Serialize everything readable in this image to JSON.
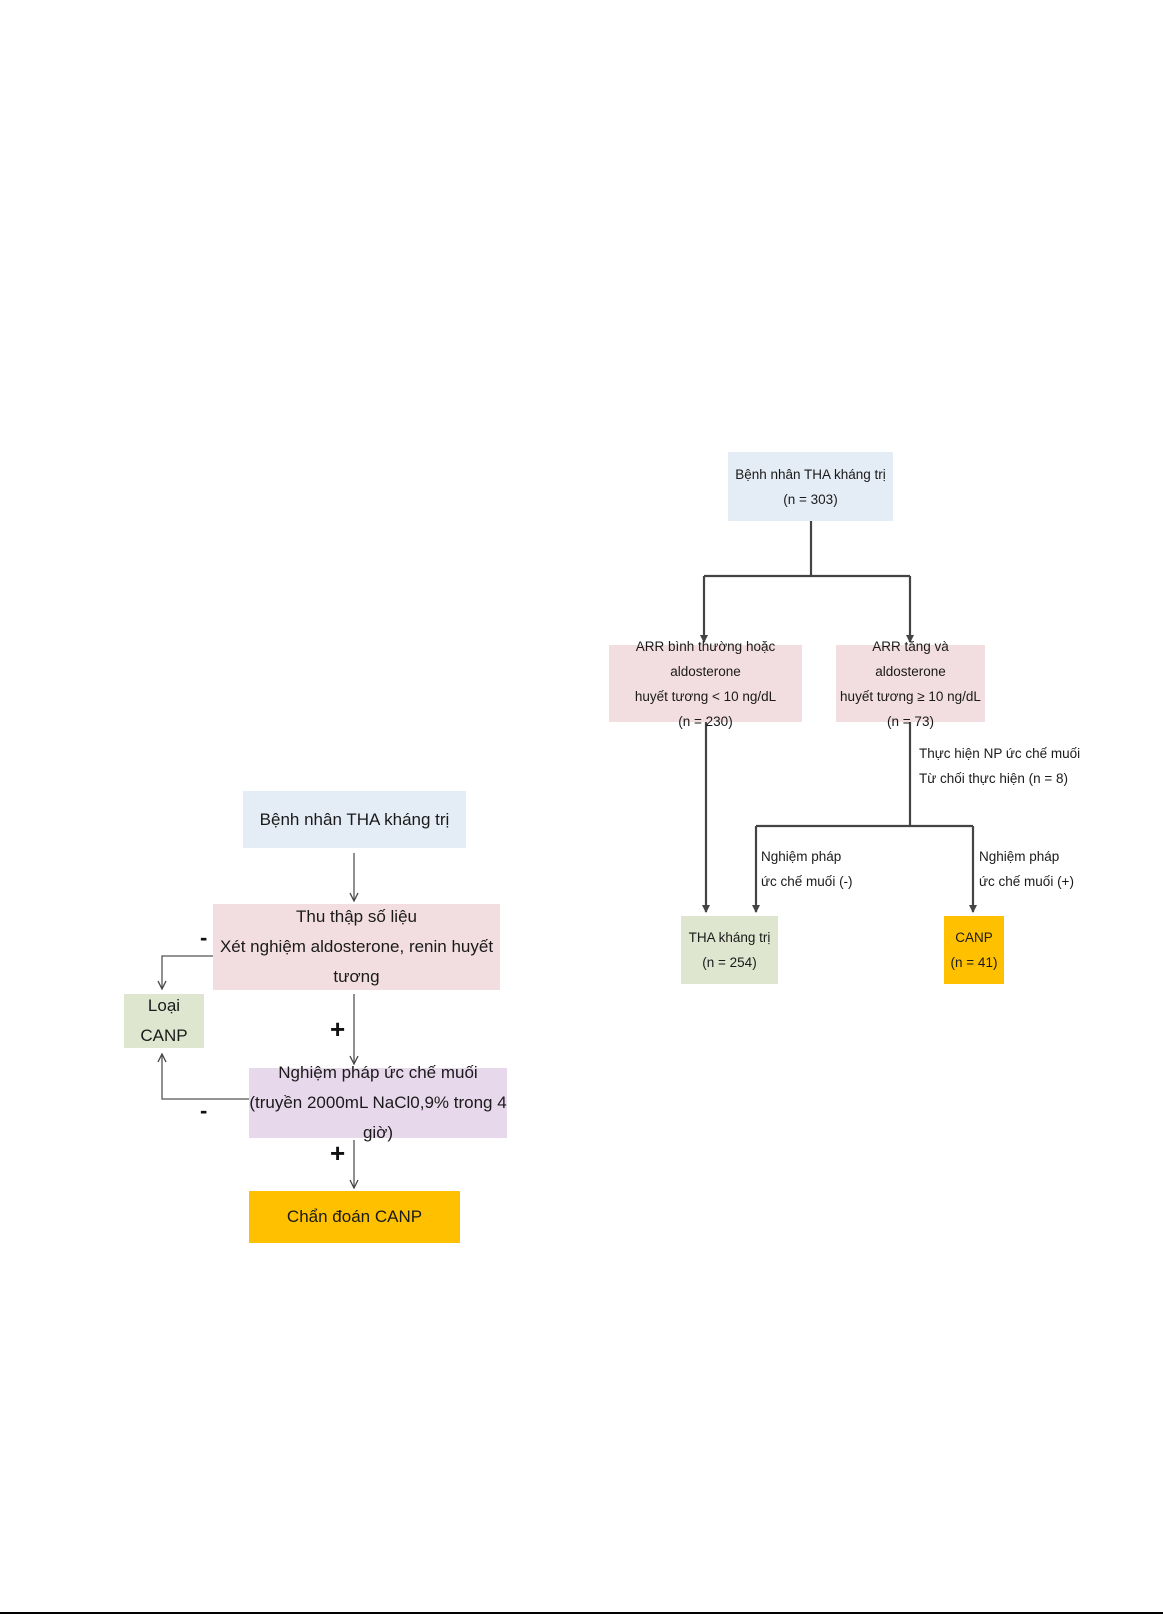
{
  "colors": {
    "blue_box": "#e4edf5",
    "pink_box": "#f2dde0",
    "lavender_box": "#e8d8ec",
    "green_box": "#dfe6cf",
    "orange_box": "#ffc000",
    "line": "#444444"
  },
  "left_flow": {
    "patients": "Bệnh nhân THA kháng trị",
    "collect": {
      "line1": "Thu thập số liệu",
      "line2": "Xét nghiệm aldosterone, renin huyết tương"
    },
    "exclude": "Loại CANP",
    "salt_test": {
      "line1": "Nghiệm pháp ức chế muối",
      "line2": "(truyền 2000mL NaCl0,9% trong 4 giờ)"
    },
    "diagnosis": "Chẩn đoán CANP",
    "signs": {
      "minus_1": "-",
      "plus_1": "+",
      "minus_2": "-",
      "plus_2": "+"
    }
  },
  "right_flow": {
    "root": {
      "line1": "Bệnh nhân THA kháng trị",
      "line2": "(n = 303)"
    },
    "normal": {
      "line1": "ARR bình thường hoặc aldosterone",
      "line2": "huyết tương < 10 ng/dL",
      "line3": "(n = 230)"
    },
    "elevated": {
      "line1": "ARR tăng và aldosterone",
      "line2": "huyết tương ≥ 10 ng/dL",
      "line3": "(n = 73)"
    },
    "note": {
      "line1": "Thực hiện NP ức chế muối",
      "line2": "Từ chối thực hiện (n = 8)"
    },
    "neg_label": {
      "line1": "Nghiệm pháp",
      "line2": "ức chế muối (-)"
    },
    "pos_label": {
      "line1": "Nghiệm pháp",
      "line2": "ức chế muối (+)"
    },
    "resistant": {
      "line1": "THA kháng trị",
      "line2": "(n = 254)"
    },
    "canp": {
      "line1": "CANP",
      "line2": "(n = 41)"
    }
  }
}
